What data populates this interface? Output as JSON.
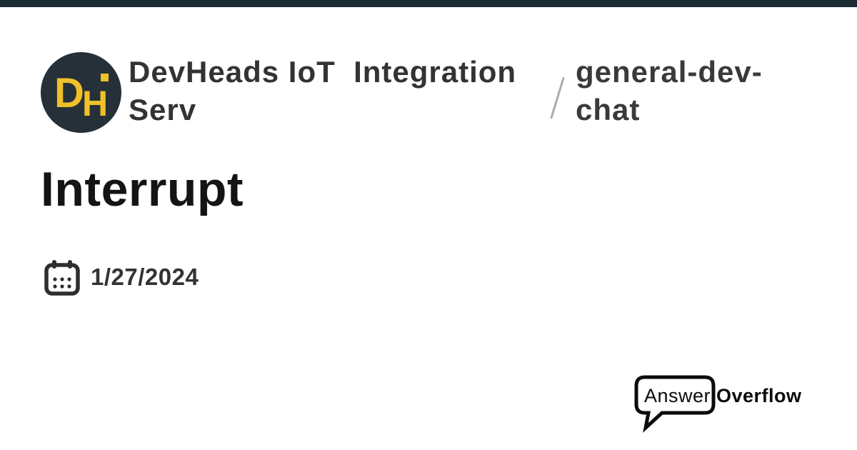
{
  "page": {
    "background_color": "#FFFFFF",
    "top_bar_color": "#1C2A34"
  },
  "header": {
    "server": {
      "name": "DevHeads IoT  Integration Serv",
      "avatar": {
        "icon": "devheads-monogram-logo",
        "letter_d": "D",
        "letter_h": "H",
        "bg_color": "#253038",
        "accent_color": "#F0C028"
      }
    },
    "separator_slash": "/",
    "channel": {
      "name": "general-dev-chat"
    }
  },
  "post": {
    "title": "Interrupt",
    "title_color": "#141414",
    "date": "1/27/2024",
    "date_icon": "calendar-icon",
    "date_color": "#333333"
  },
  "footer_brand": {
    "logo_icon": "speech-bubble-icon",
    "name_regular": "Answer",
    "name_bold": "Overflow",
    "color": "#0B0B0B"
  }
}
